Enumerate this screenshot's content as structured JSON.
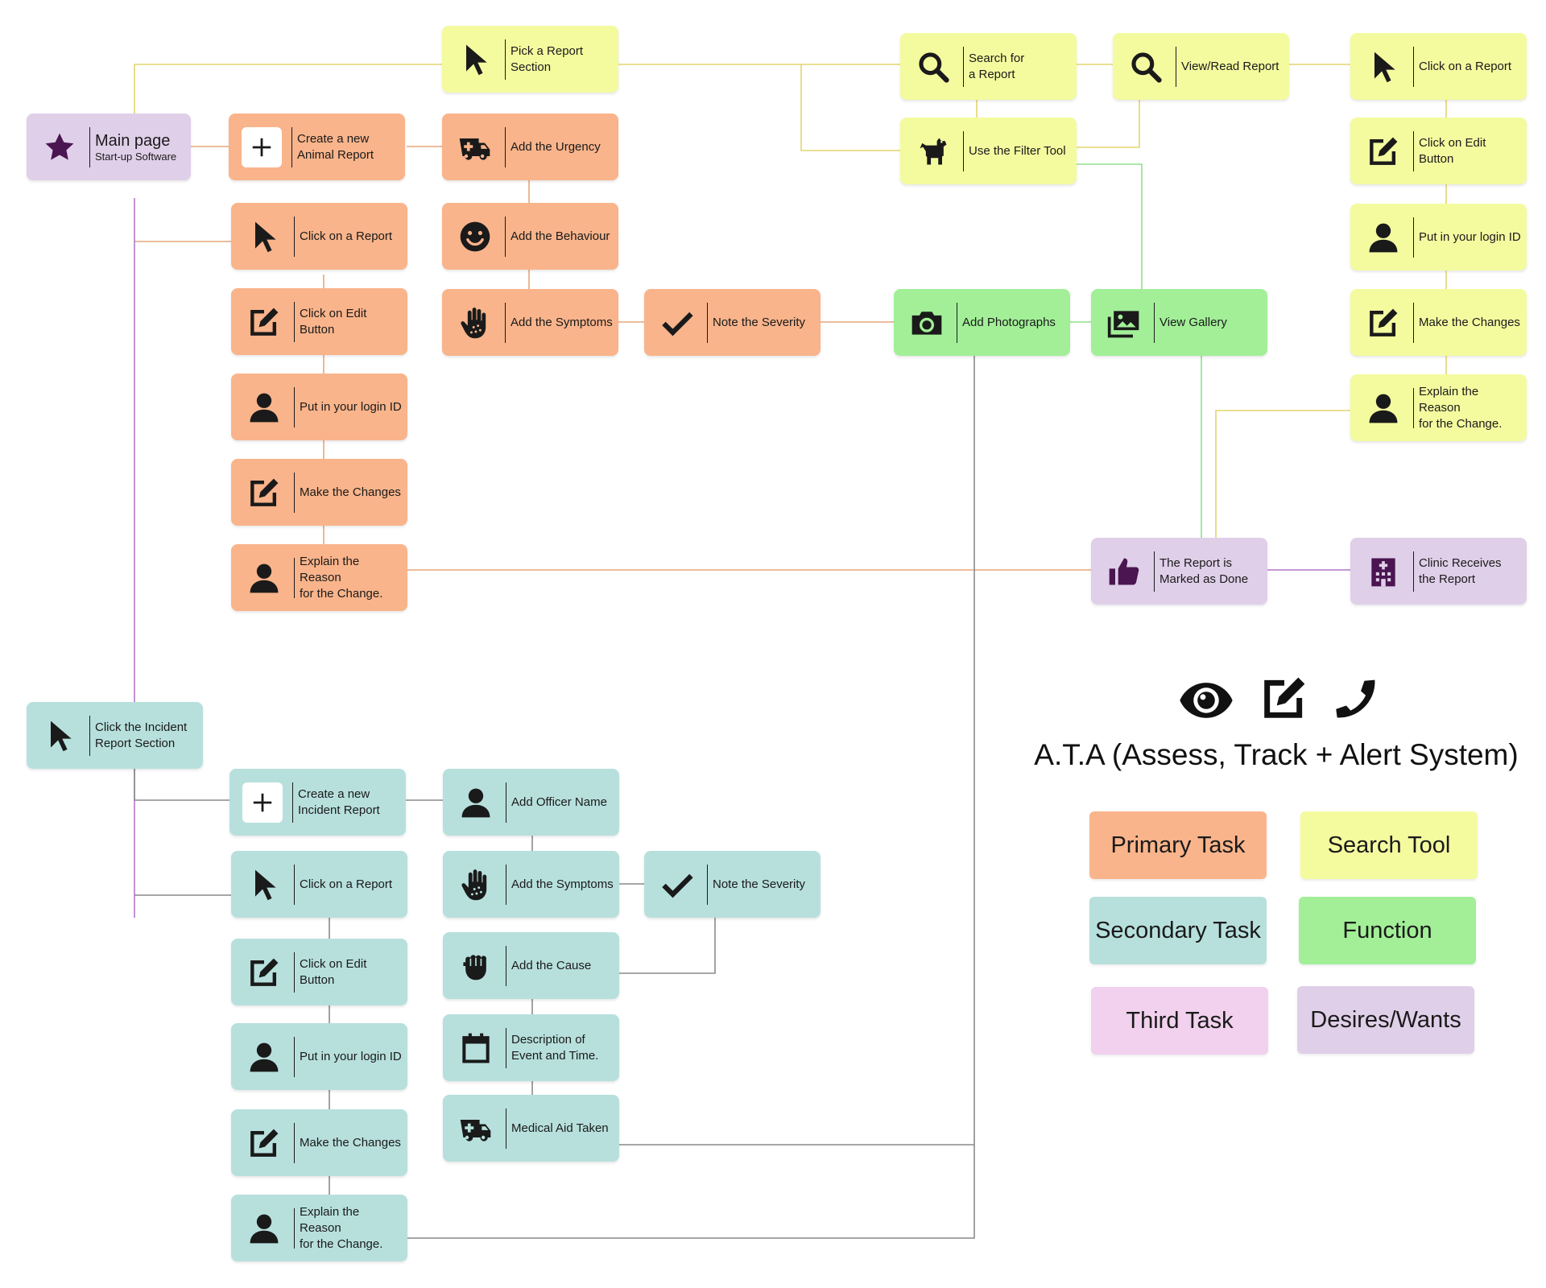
{
  "title": "A.T.A (Assess, Track + Alert System)",
  "title_icons": [
    "eye-icon",
    "edit-icon",
    "phone-icon"
  ],
  "colors": {
    "primary_task": "#f9b48b",
    "secondary_task": "#b7e0dd",
    "search_tool": "#f4fb9f",
    "function": "#a2ef98",
    "third_task": "#f1d1ee",
    "desires_wants": "#e0cfe9",
    "line_primary": "#e6a77d",
    "line_secondary": "#8a8a8a",
    "line_search": "#e3d56e",
    "line_function": "#8fe08a",
    "line_desire": "#b277c9"
  },
  "legend": {
    "primary_task": "Primary Task",
    "search_tool": "Search Tool",
    "secondary_task": "Secondary Task",
    "function": "Function",
    "third_task": "Third Task",
    "desires_wants": "Desires/Wants"
  },
  "nodes": {
    "main": {
      "label": "Main page",
      "sub": "Start-up Software",
      "icon": "star-icon"
    },
    "pick_report": {
      "label": "Pick a Report\nSection",
      "icon": "cursor-icon"
    },
    "search_report": {
      "label": "Search for\na Report",
      "icon": "search-icon"
    },
    "view_report": {
      "label": "View/Read Report",
      "icon": "search-icon"
    },
    "s_click_report": {
      "label": "Click on a Report",
      "icon": "cursor-icon"
    },
    "filter_tool": {
      "label": "Use the Filter Tool",
      "icon": "dog-icon"
    },
    "s_edit": {
      "label": "Click on Edit Button",
      "icon": "edit-icon"
    },
    "s_login": {
      "label": "Put in your login ID",
      "icon": "person-icon"
    },
    "s_changes": {
      "label": "Make the Changes",
      "icon": "edit-icon"
    },
    "s_reason": {
      "label": "Explain the Reason\nfor the Change.",
      "icon": "person-icon"
    },
    "create_animal": {
      "label": "Create a new\nAnimal Report",
      "icon": "plus-icon"
    },
    "urgency": {
      "label": "Add the Urgency",
      "icon": "ambulance-icon"
    },
    "behaviour": {
      "label": "Add the Behaviour",
      "icon": "smile-icon"
    },
    "p_symptoms": {
      "label": "Add the Symptoms",
      "icon": "hand-icon"
    },
    "p_severity": {
      "label": "Note the Severity",
      "icon": "check-icon"
    },
    "p_click_report": {
      "label": "Click on a Report",
      "icon": "cursor-icon"
    },
    "p_edit": {
      "label": "Click on Edit Button",
      "icon": "edit-icon"
    },
    "p_login": {
      "label": "Put in your login ID",
      "icon": "person-icon"
    },
    "p_changes": {
      "label": "Make the Changes",
      "icon": "edit-icon"
    },
    "p_reason": {
      "label": "Explain the Reason\nfor the Change.",
      "icon": "person-icon"
    },
    "add_photos": {
      "label": "Add Photographs",
      "icon": "camera-icon"
    },
    "view_gallery": {
      "label": "View Gallery",
      "icon": "gallery-icon"
    },
    "marked_done": {
      "label": "The Report is\nMarked as Done",
      "icon": "thumbs-up-icon"
    },
    "clinic": {
      "label": "Clinic Receives\nthe Report",
      "icon": "hospital-icon"
    },
    "incident": {
      "label": "Click the Incident\nReport Section",
      "icon": "cursor-icon"
    },
    "create_incident": {
      "label": "Create a new\nIncident Report",
      "icon": "plus-icon"
    },
    "officer": {
      "label": "Add Officer Name",
      "icon": "person-icon"
    },
    "i_symptoms": {
      "label": "Add the Symptoms",
      "icon": "hand-icon"
    },
    "i_severity": {
      "label": "Note the Severity",
      "icon": "check-icon"
    },
    "cause": {
      "label": "Add the Cause",
      "icon": "fist-icon"
    },
    "description": {
      "label": "Description of\nEvent and Time.",
      "icon": "calendar-icon"
    },
    "medical": {
      "label": "Medical Aid Taken",
      "icon": "ambulance-icon"
    },
    "i_click_report": {
      "label": "Click on a Report",
      "icon": "cursor-icon"
    },
    "i_edit": {
      "label": "Click on Edit Button",
      "icon": "edit-icon"
    },
    "i_login": {
      "label": "Put in your login ID",
      "icon": "person-icon"
    },
    "i_changes": {
      "label": "Make the Changes",
      "icon": "edit-icon"
    },
    "i_reason": {
      "label": "Explain the Reason\nfor the Change.",
      "icon": "person-icon"
    }
  }
}
